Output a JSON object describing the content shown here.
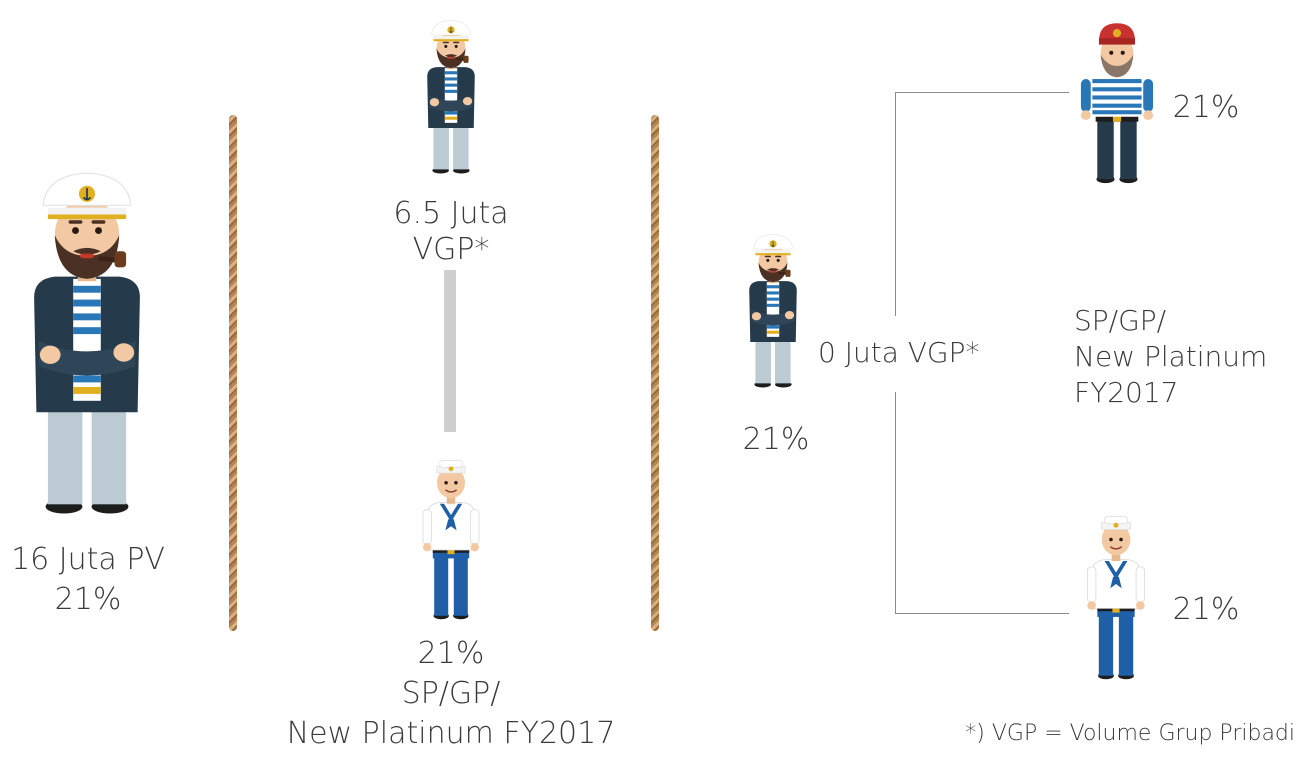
{
  "col1": {
    "line1": "16 Juta PV",
    "line2": "21%"
  },
  "col2": {
    "upper_line1": "6.5 Juta",
    "upper_line2": "VGP*",
    "lower_pct": "21%",
    "lower_line1": "SP/GP/",
    "lower_line2": "New Platinum FY2017"
  },
  "col3": {
    "center_pct": "21%",
    "center_label": "0 Juta VGP*",
    "top_pct": "21%",
    "bottom_pct": "21%",
    "side_line1": "SP/GP/",
    "side_line2": "New Platinum",
    "side_line3": "FY2017"
  },
  "footnote": "*) VGP = Volume Grup Pribadi",
  "colors": {
    "navy": "#253a4a",
    "stripe_blue": "#2a77b8",
    "trouser_grey": "#bccad3",
    "beard": "#4a3124",
    "skin": "#f2c9a2",
    "sailor_blue": "#1f5fa8",
    "rope": "#b58456",
    "red_hat": "#c8322e"
  },
  "icons": [
    "captain-figure",
    "sailor-figure",
    "red-hat-sailor-figure",
    "rope-divider"
  ]
}
